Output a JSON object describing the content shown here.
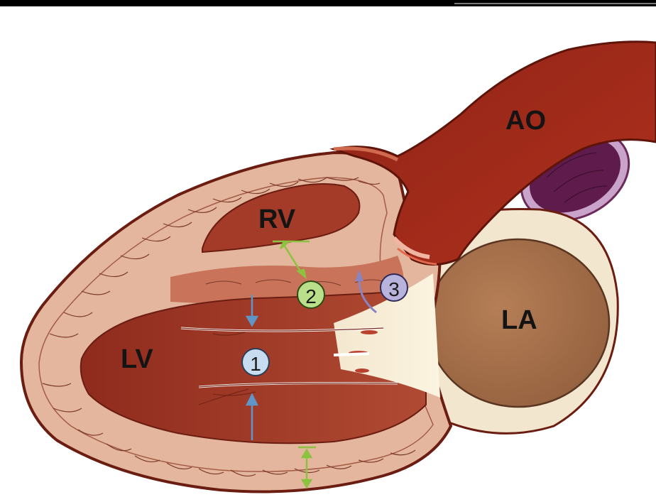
{
  "labels": {
    "ao": "AO",
    "rv": "RV",
    "lv": "LV",
    "la": "LA"
  },
  "markers": {
    "m1": "1",
    "m2": "2",
    "m3": "3"
  },
  "colors": {
    "chamber_dark": "#8e2b1e",
    "chamber_mid": "#a9402c",
    "myocardium": "#e3b8a0",
    "outline": "#6b1d12",
    "aorta": "#9c2718",
    "left_atrium": "#a9714a",
    "pulmonary_vessel": "#5a1a4a",
    "marker1": "#c7dcef",
    "marker2": "#b9df8a",
    "marker3": "#b8b3dd",
    "arrow_blue": "#5f95c7",
    "arrow_green": "#8cc23f",
    "arrow_purple": "#8a84c2"
  }
}
